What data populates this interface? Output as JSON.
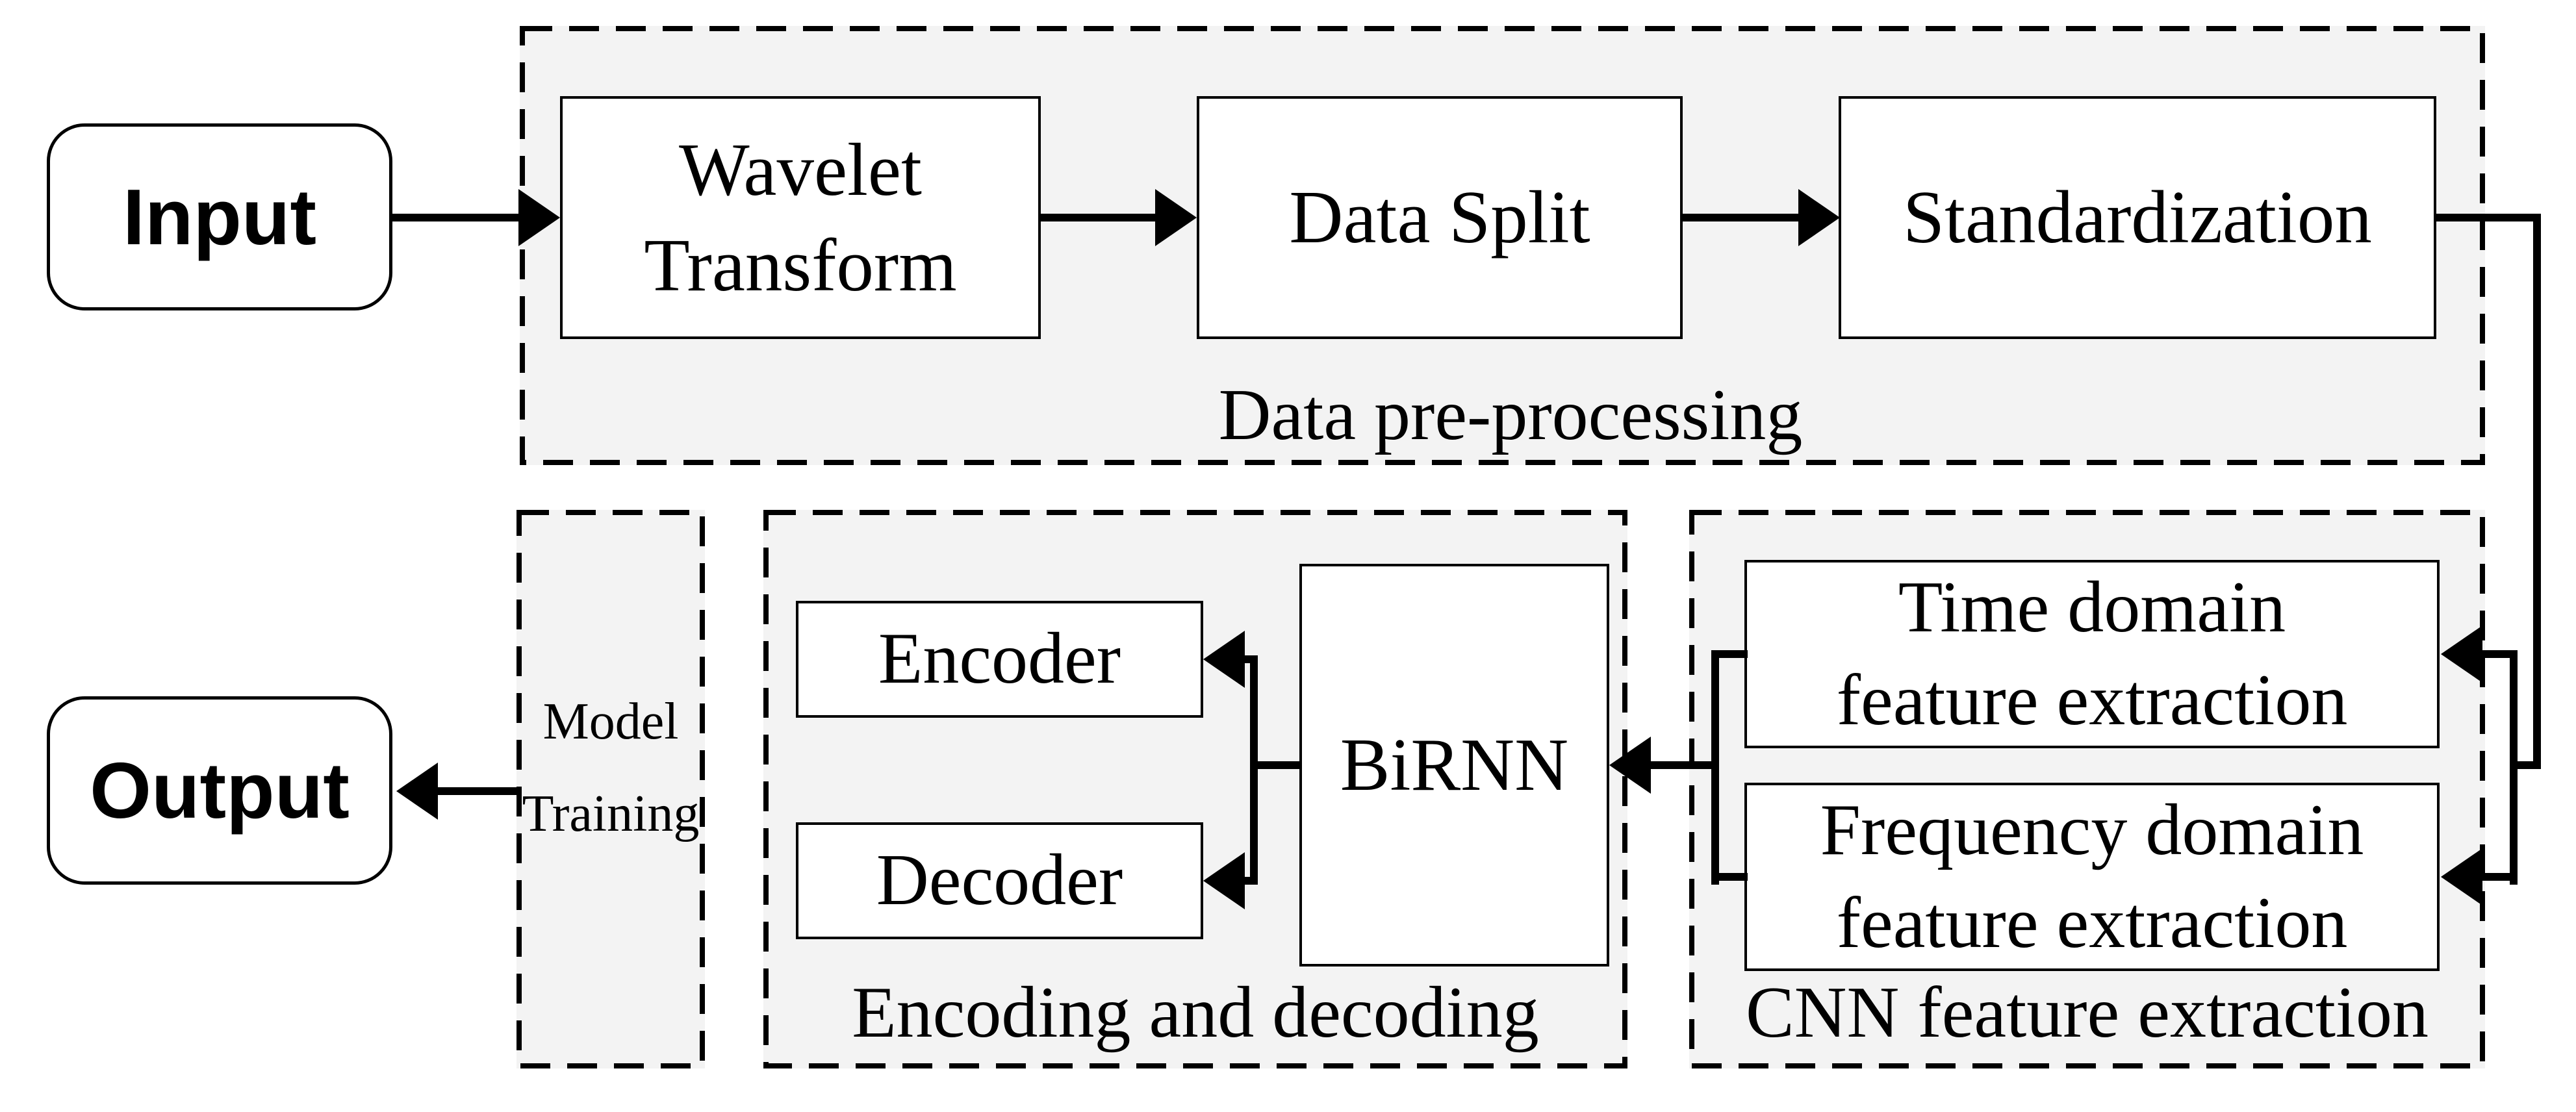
{
  "nodes": {
    "input": {
      "label": "Input"
    },
    "wavelet_transform": {
      "line1": "Wavelet",
      "line2": "Transform"
    },
    "data_split": {
      "label": "Data Split"
    },
    "standardization": {
      "label": "Standardization"
    },
    "time_domain": {
      "line1": "Time domain",
      "line2": "feature extraction"
    },
    "frequency_domain": {
      "line1": "Frequency domain",
      "line2": "feature extraction"
    },
    "birnn": {
      "label": "BiRNN"
    },
    "encoder": {
      "label": "Encoder"
    },
    "decoder": {
      "label": "Decoder"
    },
    "output": {
      "label": "Output"
    }
  },
  "groups": {
    "data_preprocessing": {
      "label": "Data pre-processing"
    },
    "cnn_feature_extraction": {
      "label": "CNN feature extraction"
    },
    "encoding_and_decoding": {
      "label": "Encoding and decoding"
    },
    "model_training": {
      "line1": "Model",
      "line2": "Training"
    }
  },
  "colors": {
    "line": "#000000",
    "group_background": "#f3f3f3",
    "node_background": "#ffffff",
    "page_background": "#ffffff"
  }
}
